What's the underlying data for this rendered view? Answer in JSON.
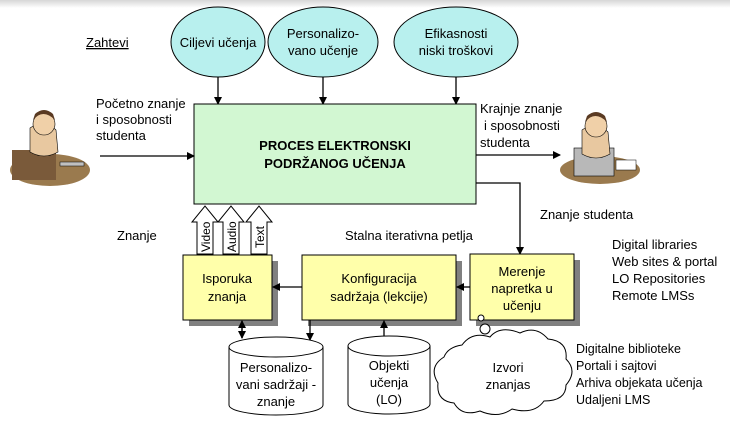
{
  "requirements_label": "Zahtevi",
  "ellipses": [
    {
      "lines": [
        "Ciljevi učenja"
      ]
    },
    {
      "lines": [
        "Personalizo-",
        "vano učenje"
      ]
    },
    {
      "lines": [
        "Efikasnosti",
        "niski troškovi"
      ]
    }
  ],
  "process": {
    "lines": [
      "PROCES ELEKTRONSKI",
      "PODRŽANOG UČENJA"
    ]
  },
  "input_label": [
    "Početno znanje",
    "i sposobnosti",
    "studenta"
  ],
  "output_label": [
    "Krajnje znanje",
    "i sposobnosti",
    "studenta"
  ],
  "student_knowledge_label": "Znanje studenta",
  "knowledge_label": "Znanje",
  "loop_label": "Stalna iterativna petlja",
  "media": [
    "Video",
    "Audio",
    "Text"
  ],
  "delivery": {
    "lines": [
      "Isporuka",
      "znanja"
    ]
  },
  "configuration": {
    "lines": [
      "Konfiguracija",
      "sadržaja (lekcije)"
    ]
  },
  "measurement": {
    "lines": [
      "Merenje",
      "napretka u",
      "učenju"
    ]
  },
  "database_personal": {
    "lines": [
      "Personalizo-",
      "vani sadržaji -",
      "znanje"
    ]
  },
  "database_objects": {
    "lines": [
      "Objekti",
      "učenja",
      "(LO)"
    ]
  },
  "cloud": {
    "lines": [
      "Izvori",
      "znanjas"
    ]
  },
  "sources_en": [
    "Digital libraries",
    "Web sites & portal",
    "LO Repositories",
    "Remote LMSs"
  ],
  "sources_sr": [
    "Digitalne biblioteke",
    "Portali i sajtovi",
    "Arhiva objekata učenja",
    "Udaljeni LMS"
  ],
  "colors": {
    "ellipse_fill": "#b8f0ee",
    "process_fill": "#d2f7d2",
    "box_fill": "#ffffaa",
    "db_fill": "#ffffff",
    "line": "#000000"
  }
}
